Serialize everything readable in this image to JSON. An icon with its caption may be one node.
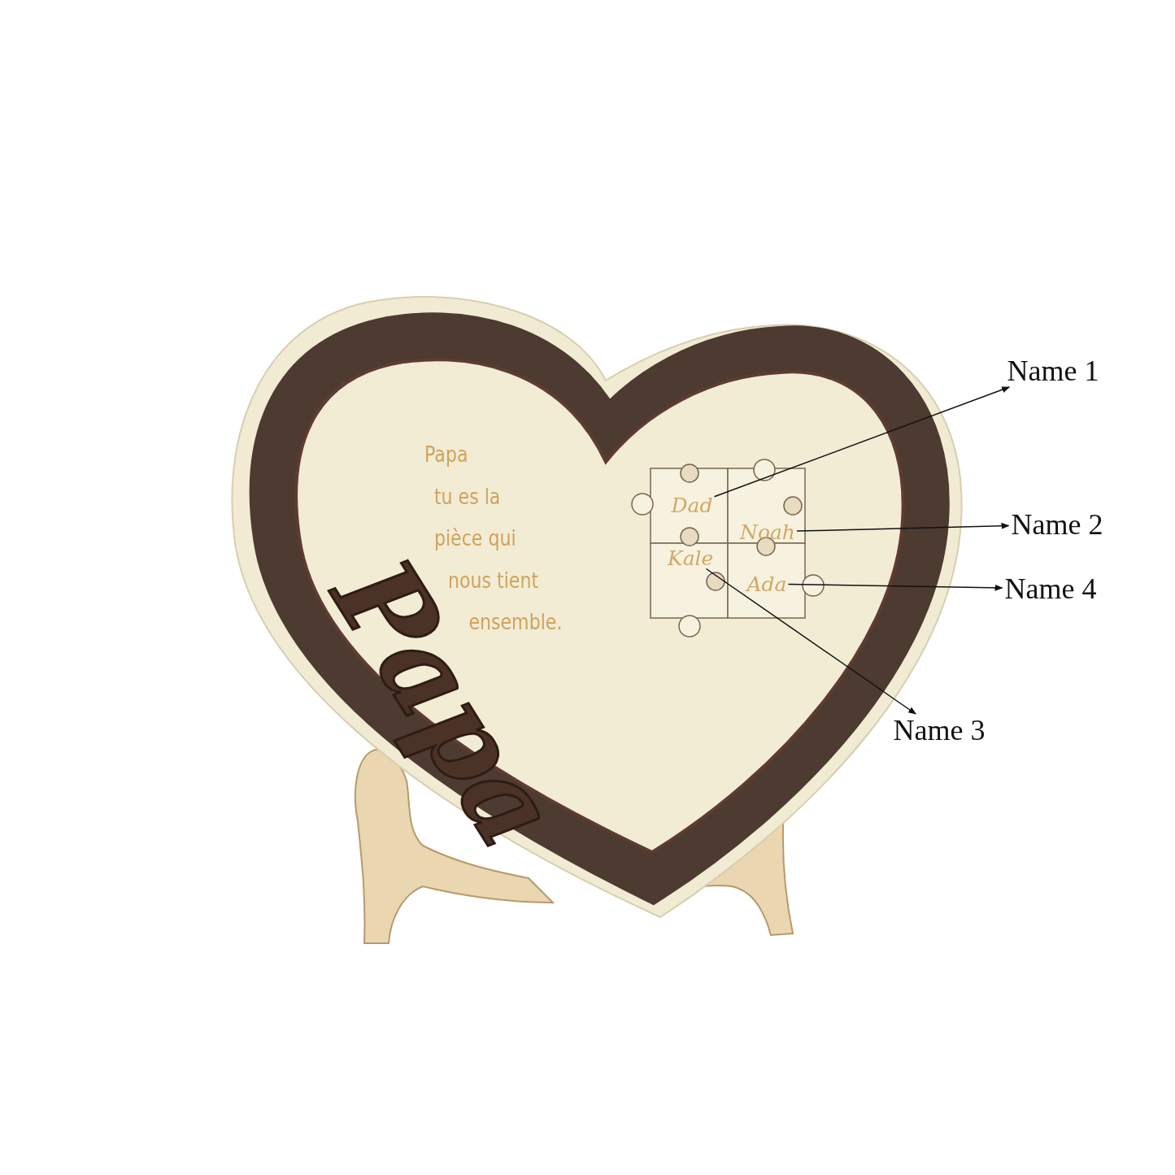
{
  "diagram": {
    "nodes": [
      {
        "text": [
          "Dad"
        ]
      },
      {
        "text": [
          "Noah"
        ]
      },
      {
        "text": [
          "Kale"
        ]
      },
      {
        "text": [
          "Ada"
        ]
      },
      {
        "text": [
          "Name 1"
        ]
      },
      {
        "text": [
          "Name 2"
        ]
      },
      {
        "text": [
          "Name 3"
        ]
      },
      {
        "text": [
          "Name 4"
        ]
      }
    ],
    "edges": [
      {
        "from": 0,
        "to": 4,
        "arrow": "to"
      },
      {
        "from": 1,
        "to": 5,
        "arrow": "to"
      },
      {
        "from": 2,
        "to": 6,
        "arrow": "to"
      },
      {
        "from": 3,
        "to": 7,
        "arrow": "to"
      }
    ],
    "labels": [
      "Papa tu es la pièce qui nous tient ensemble.",
      "Papa"
    ]
  }
}
